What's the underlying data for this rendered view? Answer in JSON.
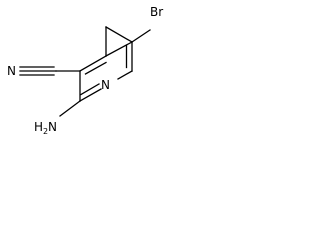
{
  "molecule": {
    "atoms": {
      "br": "Br",
      "nitrile_n": "N",
      "ring_n": "N",
      "amine_h": "H",
      "amine_h_count": "2",
      "amine_n": "N"
    }
  }
}
